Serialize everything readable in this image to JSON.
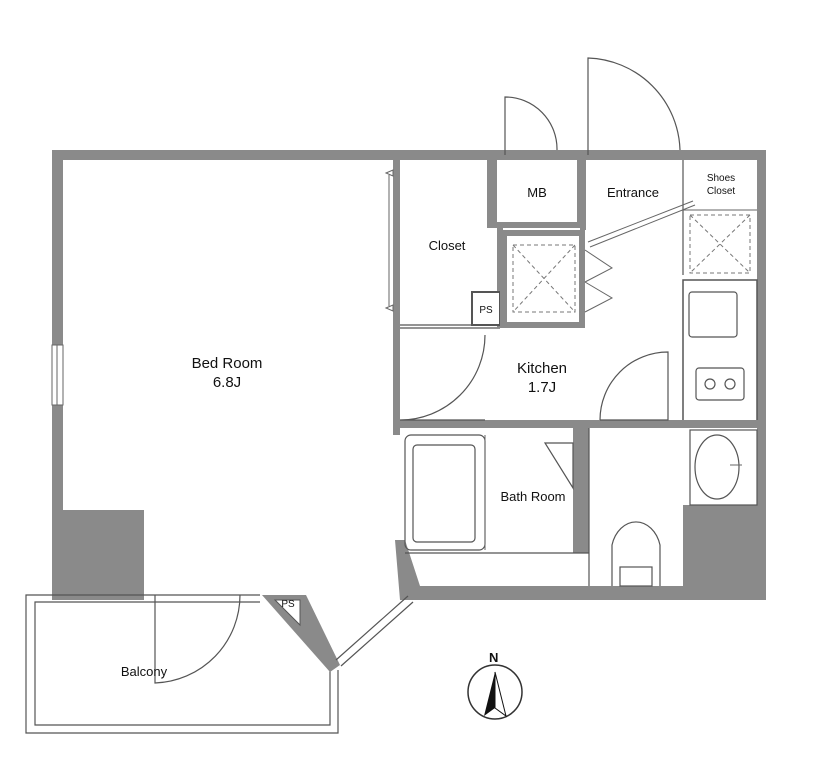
{
  "rooms": {
    "bed_room": {
      "name": "Bed Room",
      "size": "6.8J"
    },
    "kitchen": {
      "name": "Kitchen",
      "size": "1.7J"
    },
    "closet": "Closet",
    "mb": "MB",
    "entrance": "Entrance",
    "shoes_closet_line1": "Shoes",
    "shoes_closet_line2": "Closet",
    "bath_room": "Bath Room",
    "balcony": "Balcony",
    "ps_closet": "PS",
    "ps_balcony": "PS"
  },
  "compass": {
    "label": "N"
  },
  "colors": {
    "wall": "#8a8a8a",
    "line": "#555555",
    "background": "#ffffff"
  }
}
